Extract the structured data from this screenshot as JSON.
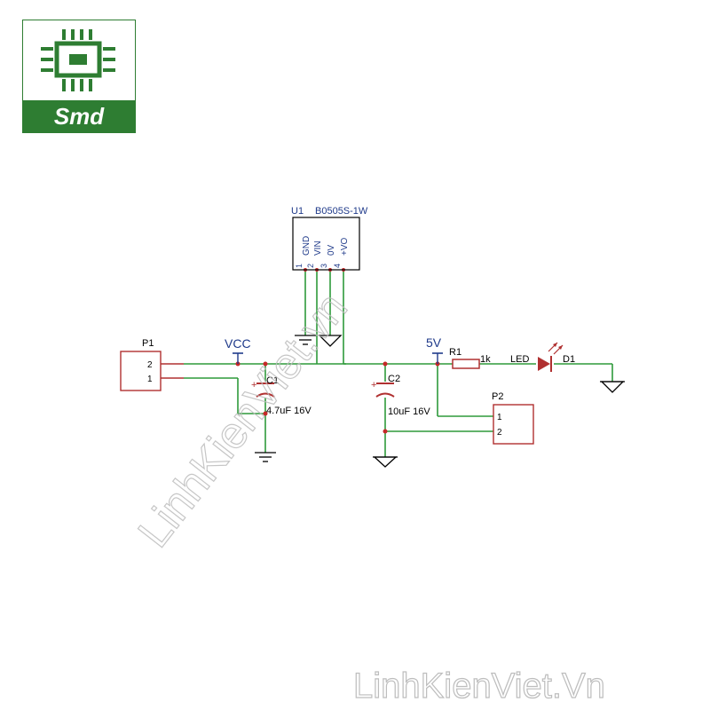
{
  "logo": {
    "text": "Smd",
    "icon": "chip-icon",
    "color": "#2e7d32"
  },
  "schematic": {
    "u1": {
      "ref": "U1",
      "value": "B0505S-1W",
      "pins": [
        {
          "num": "1",
          "name": "GND"
        },
        {
          "num": "2",
          "name": "VIN"
        },
        {
          "num": "3",
          "name": "0V"
        },
        {
          "num": "4",
          "name": "+VO"
        }
      ]
    },
    "p1": {
      "ref": "P1",
      "pin_top": "2",
      "pin_bottom": "1"
    },
    "p2": {
      "ref": "P2",
      "pin_top": "1",
      "pin_bottom": "2"
    },
    "vcc": {
      "label": "VCC"
    },
    "v5": {
      "label": "5V"
    },
    "c1": {
      "ref": "C1",
      "value": "4.7uF 16V"
    },
    "c2": {
      "ref": "C2",
      "value": "10uF 16V"
    },
    "r1": {
      "ref": "R1",
      "value": "1k"
    },
    "d1": {
      "ref": "D1",
      "value": "LED"
    },
    "cap_polarity": "+"
  },
  "watermark": {
    "diagonal": "LinhKienViet.vn",
    "bottom": "LinhKienViet.Vn"
  },
  "colors": {
    "wire": "#2e9a3a",
    "component": "#b03030",
    "label": "#1f3a8a",
    "junction": "#c62828",
    "ground": "#000000",
    "watermark": "#bdbdbd"
  }
}
